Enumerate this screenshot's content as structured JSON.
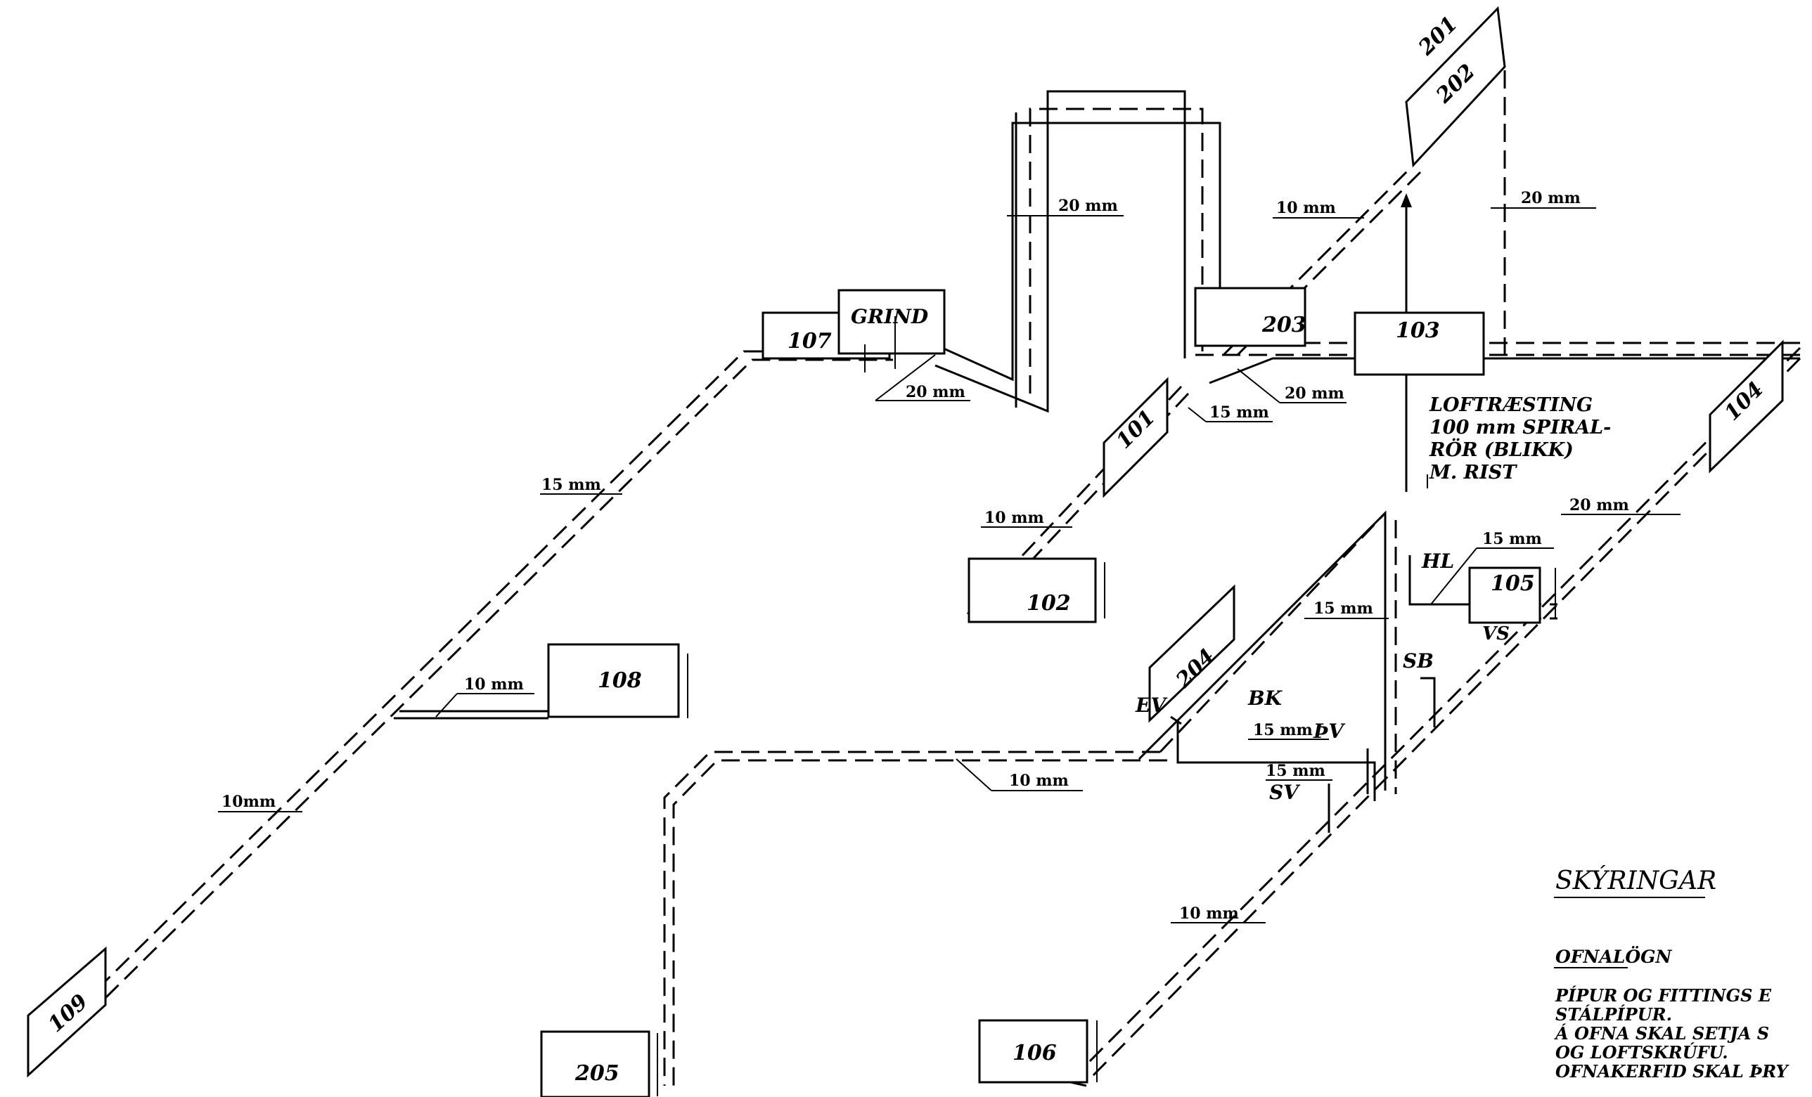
{
  "radiators": {
    "r101": "101",
    "r102": "102",
    "r103": "103",
    "r104": "104",
    "r105": "105",
    "r106": "106",
    "r107": "107",
    "r108": "108",
    "r109": "109",
    "r201": "201",
    "r202": "202",
    "r203": "203",
    "r204": "204",
    "r205": "205"
  },
  "labels": {
    "grind": "GRIND",
    "hl": "HL",
    "vs": "VS",
    "sb": "SB",
    "bk": "BK",
    "ev": "EV",
    "thv": "ÞV",
    "sv": "SV"
  },
  "dimensions": {
    "d1": "20 mm",
    "d2": "20 mm",
    "d3": "10 mm",
    "d4": "20 mm",
    "d5": "20 mm",
    "d6": "15 mm",
    "d7": "15 mm",
    "d8": "10 mm",
    "d9": "20 mm",
    "d10": "15 mm",
    "d11": "15 mm",
    "d12": "10 mm",
    "d13": "15 mm",
    "d14": "15 mm",
    "d15": "10mm",
    "d16": "10 mm",
    "d17": "10 mm"
  },
  "ventilation_note": [
    "LOFTRÆSTING",
    "100 mm SPIRAL-",
    "RÖR (BLIKK)",
    "M. RIST"
  ],
  "legend": {
    "title": "SKÝRINGAR",
    "subtitle": "OFNALÖGN",
    "lines": [
      "PÍPUR OG FITTINGS E",
      "STÁLPÍPUR.",
      "Á OFNA SKAL SETJA S",
      "OG LOFTSKRÚFU.",
      "OFNAKERFID SKAL ÞRY"
    ]
  }
}
